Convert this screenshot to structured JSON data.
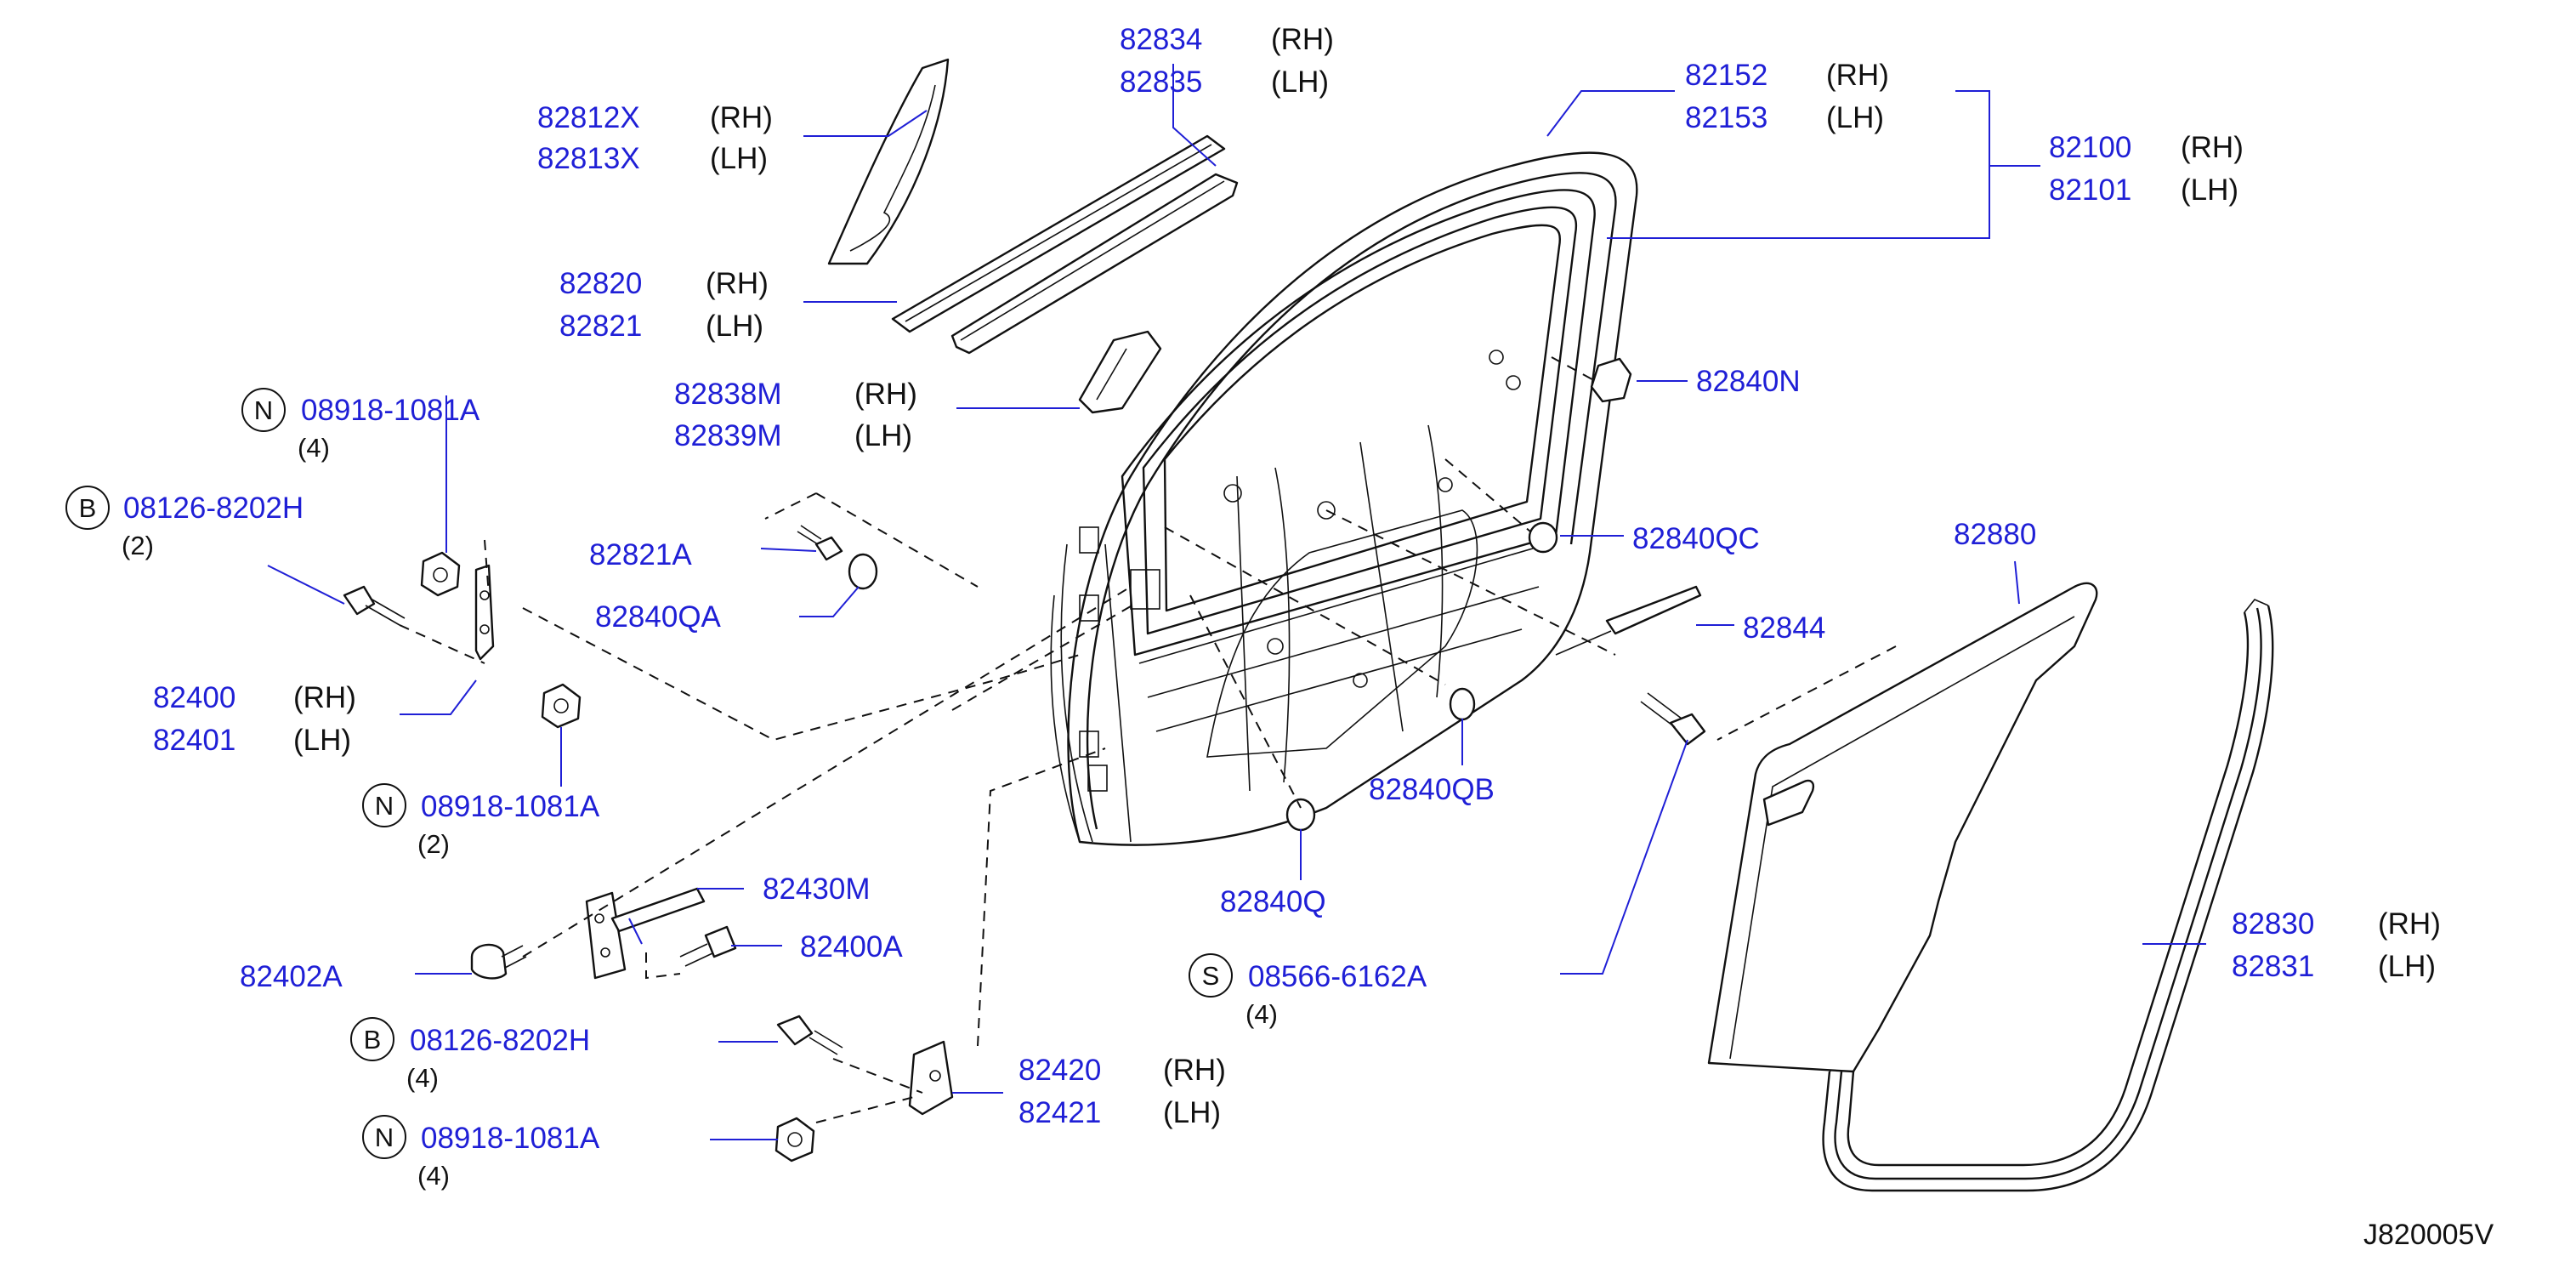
{
  "diagram_code": "J820005V",
  "labels": {
    "l82812": {
      "rh": "82812X",
      "lh": "82813X",
      "rh_tag": "(RH)",
      "lh_tag": "(LH)"
    },
    "l82834": {
      "rh": "82834",
      "lh": "82835",
      "rh_tag": "(RH)",
      "lh_tag": "(LH)"
    },
    "l82152": {
      "rh": "82152",
      "lh": "82153",
      "rh_tag": "(RH)",
      "lh_tag": "(LH)"
    },
    "l82100": {
      "rh": "82100",
      "lh": "82101",
      "rh_tag": "(RH)",
      "lh_tag": "(LH)"
    },
    "l82820": {
      "rh": "82820",
      "lh": "82821",
      "rh_tag": "(RH)",
      "lh_tag": "(LH)"
    },
    "l82838": {
      "rh": "82838M",
      "lh": "82839M",
      "rh_tag": "(RH)",
      "lh_tag": "(LH)"
    },
    "l82400": {
      "rh": "82400",
      "lh": "82401",
      "rh_tag": "(RH)",
      "lh_tag": "(LH)"
    },
    "l82830": {
      "rh": "82830",
      "lh": "82831",
      "rh_tag": "(RH)",
      "lh_tag": "(LH)"
    },
    "l82420": {
      "rh": "82420",
      "lh": "82421",
      "rh_tag": "(RH)",
      "lh_tag": "(LH)"
    },
    "single": {
      "p82840N": "82840N",
      "p82840QC": "82840QC",
      "p82880": "82880",
      "p82821A": "82821A",
      "p82840QA": "82840QA",
      "p82844": "82844",
      "p82840QB": "82840QB",
      "p82840Q": "82840Q",
      "p82430M": "82430M",
      "p82400A": "82400A",
      "p82402A": "82402A"
    },
    "fasteners": [
      {
        "circle": "N",
        "part": "08918-1081A",
        "qty": "(4)"
      },
      {
        "circle": "B",
        "part": "08126-8202H",
        "qty": "(2)"
      },
      {
        "circle": "N",
        "part": "08918-1081A",
        "qty": "(2)"
      },
      {
        "circle": "S",
        "part": "08566-6162A",
        "qty": "(4)"
      },
      {
        "circle": "B",
        "part": "08126-8202H",
        "qty": "(4)"
      },
      {
        "circle": "N",
        "part": "08918-1081A",
        "qty": "(4)"
      }
    ]
  }
}
